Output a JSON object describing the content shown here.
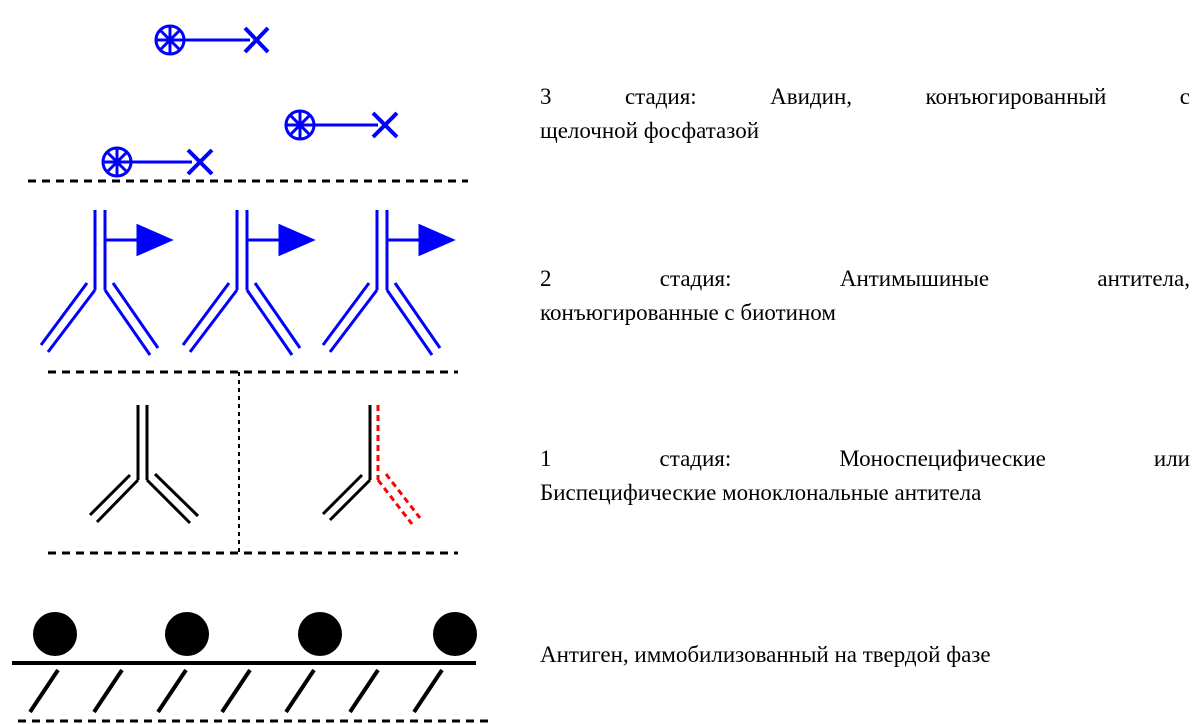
{
  "captions": {
    "stage3": {
      "line1": [
        "3",
        "стадия:",
        "Авидин,",
        "конъюгированный",
        "с"
      ],
      "line2": "щелочной фосфатазой"
    },
    "stage2": {
      "line1": [
        "2",
        "стадия:",
        "Антимышиные",
        "антитела,"
      ],
      "line2": "конъюгированные с биотином"
    },
    "stage1": {
      "line1": [
        "1",
        "стадия:",
        "Моноспецифические",
        "или"
      ],
      "line2": "Биспецифические моноклональные антитела"
    },
    "antigen": "Антиген, иммобилизованный на твердой фазе"
  },
  "colors": {
    "conjugate": "#0000ff",
    "antibody": "#000000",
    "bispecific": "#ff0000"
  },
  "icons": {
    "enzyme": "wheel-icon",
    "avidin": "x-icon",
    "biotin": "flag-arrow-icon",
    "antibody": "y-antibody-icon",
    "antigen": "ball-icon"
  }
}
